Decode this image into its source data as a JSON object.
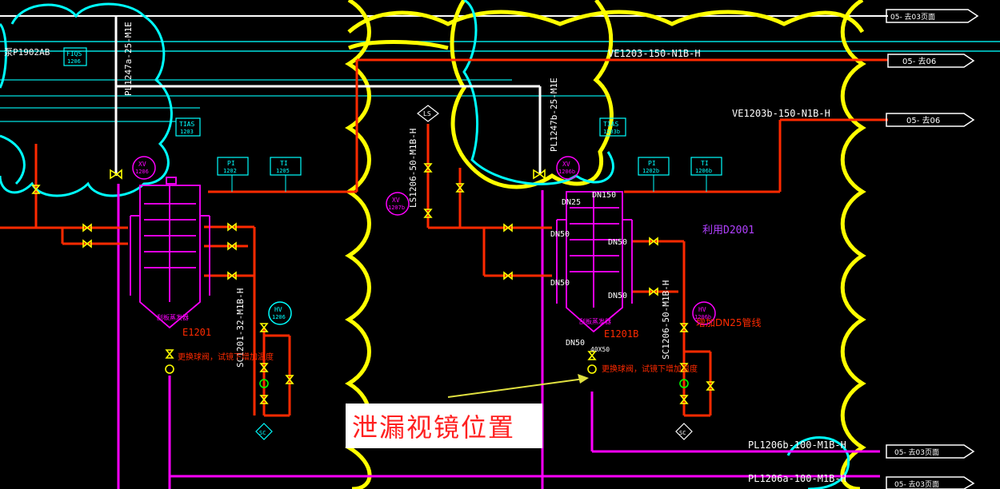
{
  "title": "",
  "labels": {
    "top_left_tag": "泵P1902AB",
    "line_pl1247a": "PL1247a-25-M1E",
    "line_pl1247b": "PL1247b-25-M1E",
    "line_ls1206": "LS1206-50-M1B-H",
    "line_ve1203_150": "VE1203-150-N1B-H",
    "line_ve1203b_150": "VE1203b-150-N1B-H",
    "line_sc1201_32": "SC1201-32-M1B-H",
    "line_sc1206_50": "SC1206-50-M1B-H",
    "line_pl1206b_100": "PL1206b-100-M1B-H",
    "line_pl1206a_100": "PL1206a-100-M1B-H",
    "equip_d2001": "利用D2001",
    "equip_e1201": "E1201",
    "equip_e1201b": "E1201B",
    "equip_name_left": "刮板蒸发器",
    "equip_name_right": "刮板蒸发器",
    "dn150": "DN150",
    "dn25": "DN25",
    "dn50_a": "DN50",
    "dn50_b": "DN50",
    "dn50_c": "DN50",
    "dn50_d": "DN50",
    "dn50_e": "DN50",
    "dn50_size": "DN50",
    "dn_sub": "40X50",
    "note_left": "更换球阀，试镜下增加温度",
    "note_right": "更换球阀，试镜下增加温度",
    "note_dn25": "增加DN25管线",
    "callout": "泄漏视镜位置",
    "sc_left": "SC",
    "sc_right": "SC",
    "ls_tag": "LS"
  },
  "instruments": [
    {
      "tag": "FIQS",
      "num": "1206"
    },
    {
      "tag": "TIAS",
      "num": "1203"
    },
    {
      "tag": "TIAS",
      "num": "1203b"
    },
    {
      "tag": "PI",
      "num": "1202"
    },
    {
      "tag": "TI",
      "num": "1205"
    },
    {
      "tag": "PI",
      "num": "1202b"
    },
    {
      "tag": "TI",
      "num": "1206b"
    },
    {
      "tag": "XV",
      "num": "1206"
    },
    {
      "tag": "XV",
      "num": "1206b"
    },
    {
      "tag": "XV",
      "num": "1207b"
    },
    {
      "tag": "HV",
      "num": "1206"
    },
    {
      "tag": "HV",
      "num": "1206b"
    }
  ],
  "offpage": [
    {
      "label": "05- 去03页面"
    },
    {
      "label": "05- 去06"
    },
    {
      "label": "05- 去06"
    },
    {
      "label": "05- 去03页面"
    },
    {
      "label": "05- 去03页面"
    }
  ],
  "colors": {
    "background": "#000000",
    "cyan": "#00ffff",
    "yellow": "#ffff00",
    "red": "#ff2a00",
    "magenta": "#ff00ff",
    "white": "#ffffff",
    "violet": "#b040ff",
    "arrow": "#e0e040"
  }
}
